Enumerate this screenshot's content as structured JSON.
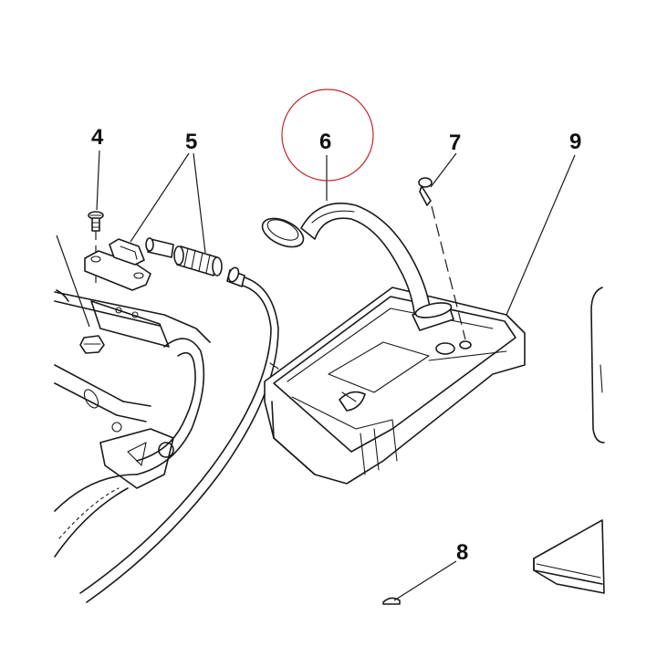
{
  "callouts": [
    {
      "id": "4",
      "label": "4"
    },
    {
      "id": "5",
      "label": "5"
    },
    {
      "id": "6",
      "label": "6"
    },
    {
      "id": "7",
      "label": "7"
    },
    {
      "id": "8",
      "label": "8"
    },
    {
      "id": "9",
      "label": "9"
    }
  ],
  "highlight": {
    "target": "6",
    "color": "#c0272d"
  },
  "colors": {
    "ink": "#1a1a1a",
    "background": "#ffffff"
  }
}
